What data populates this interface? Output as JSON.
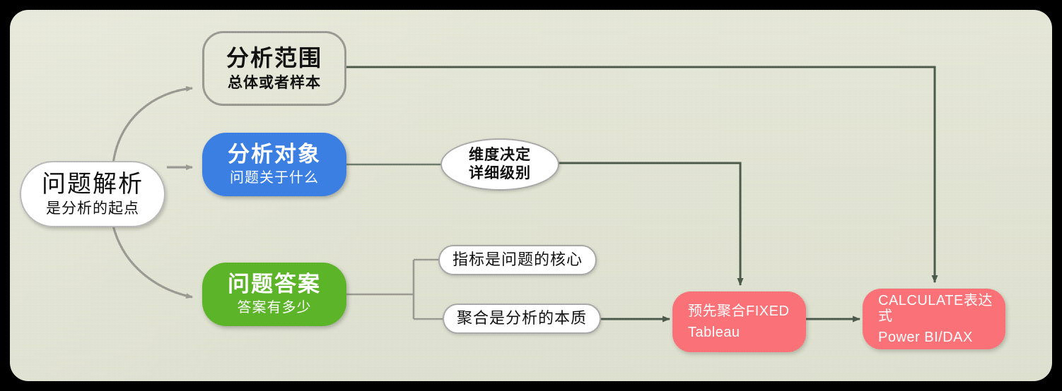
{
  "canvas": {
    "background_color": "#e3e5d2",
    "frame_color": "#000000"
  },
  "colors": {
    "blue": "#3b7fe3",
    "green": "#5cb428",
    "pink": "#fa7177",
    "white": "#ffffff",
    "gray_edge": "#9a9a93",
    "dark_edge": "#4b5a4b"
  },
  "nodes": {
    "root": {
      "title": "问题解析",
      "subtitle": "是分析的起点"
    },
    "scope": {
      "title": "分析范围",
      "subtitle": "总体或者样本"
    },
    "object": {
      "title": "分析对象",
      "subtitle": "问题关于什么"
    },
    "answer": {
      "title": "问题答案",
      "subtitle": "答案有多少"
    },
    "dimension_label": {
      "line1": "维度决定",
      "line2": "详细级别"
    },
    "metric_label": {
      "text": "指标是问题的核心"
    },
    "aggregation_label": {
      "text": "聚合是分析的本质"
    },
    "fixed": {
      "line1": "预先聚合FIXED",
      "line2": "Tableau"
    },
    "calculate": {
      "line1": "CALCULATE表达式",
      "line2": "Power BI/DAX"
    }
  }
}
